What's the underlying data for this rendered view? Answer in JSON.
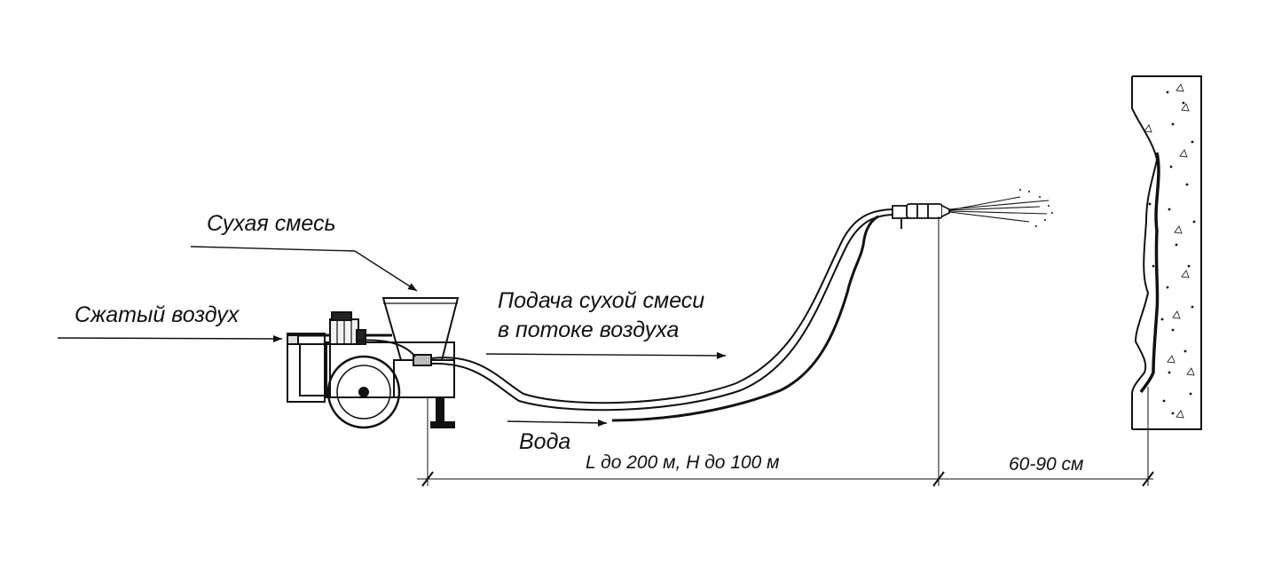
{
  "labels": {
    "dry_mix": "Сухая смесь",
    "compressed_air": "Сжатый воздух",
    "feed_line1": "Подача сухой смеси",
    "feed_line2": "в потоке воздуха",
    "water": "Вода",
    "distance": "L до 200 м, H до 100 м",
    "nozzle_gap": "60-90 см"
  },
  "colors": {
    "ink": "#111111",
    "background": "#ffffff"
  }
}
